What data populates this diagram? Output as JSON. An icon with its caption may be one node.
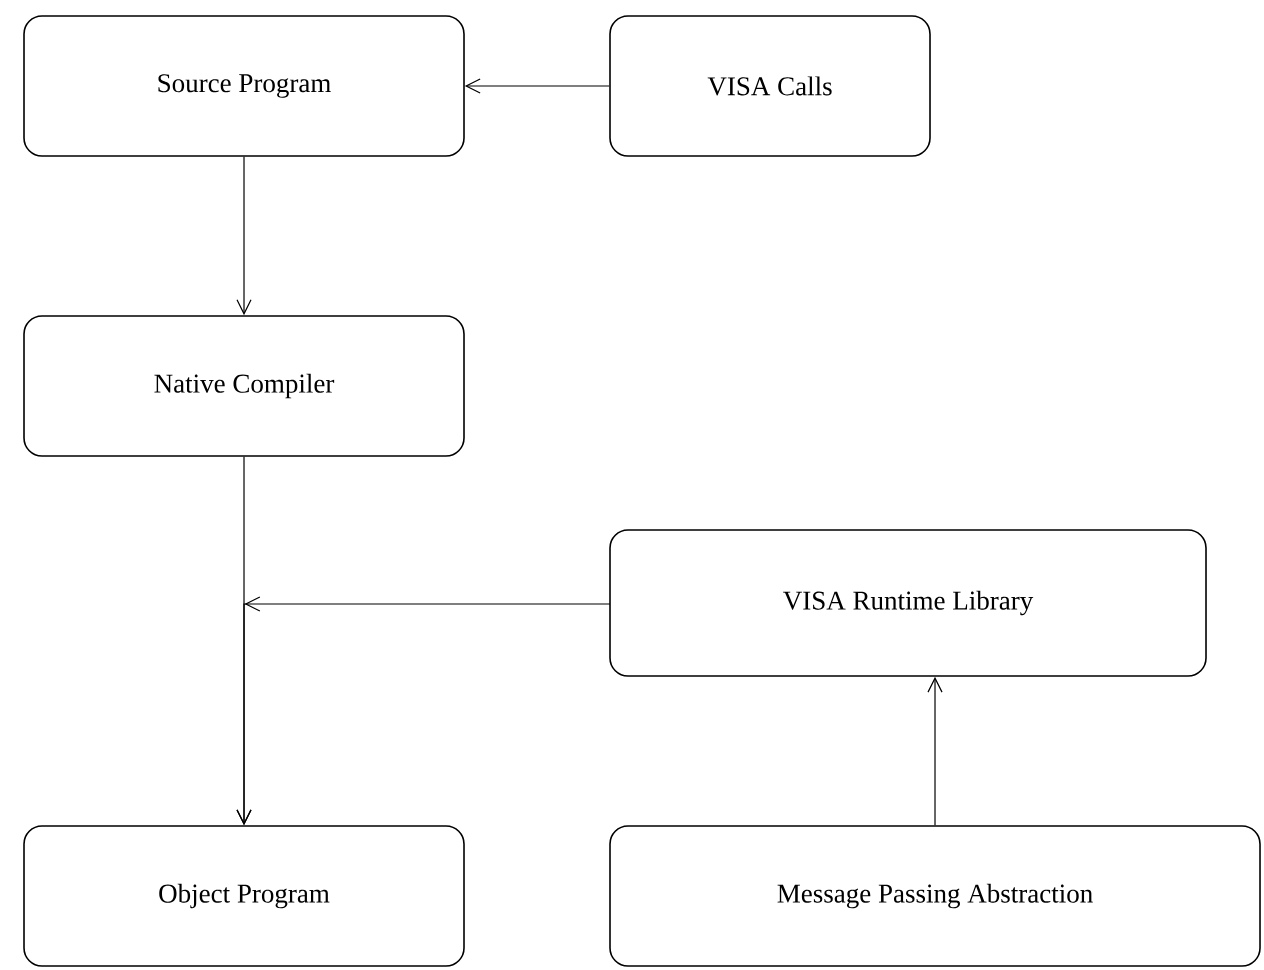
{
  "diagram": {
    "nodes": [
      {
        "text": [
          "Source Program"
        ]
      },
      {
        "text": [
          "VISA Calls"
        ]
      },
      {
        "text": [
          "Native Compiler"
        ]
      },
      {
        "text": [
          "VISA Runtime Library"
        ]
      },
      {
        "text": [
          "Object Program"
        ]
      },
      {
        "text": [
          "Message Passing Abstraction"
        ]
      }
    ],
    "edges": [
      {
        "from": 1,
        "to": 0,
        "arrow": "to"
      },
      {
        "from": 0,
        "to": 2,
        "arrow": "to"
      },
      {
        "from": 2,
        "to": 4,
        "arrow": "to"
      },
      {
        "from": 3,
        "to": 4,
        "arrow": "to"
      },
      {
        "from": 5,
        "to": 3,
        "arrow": "to"
      }
    ]
  }
}
